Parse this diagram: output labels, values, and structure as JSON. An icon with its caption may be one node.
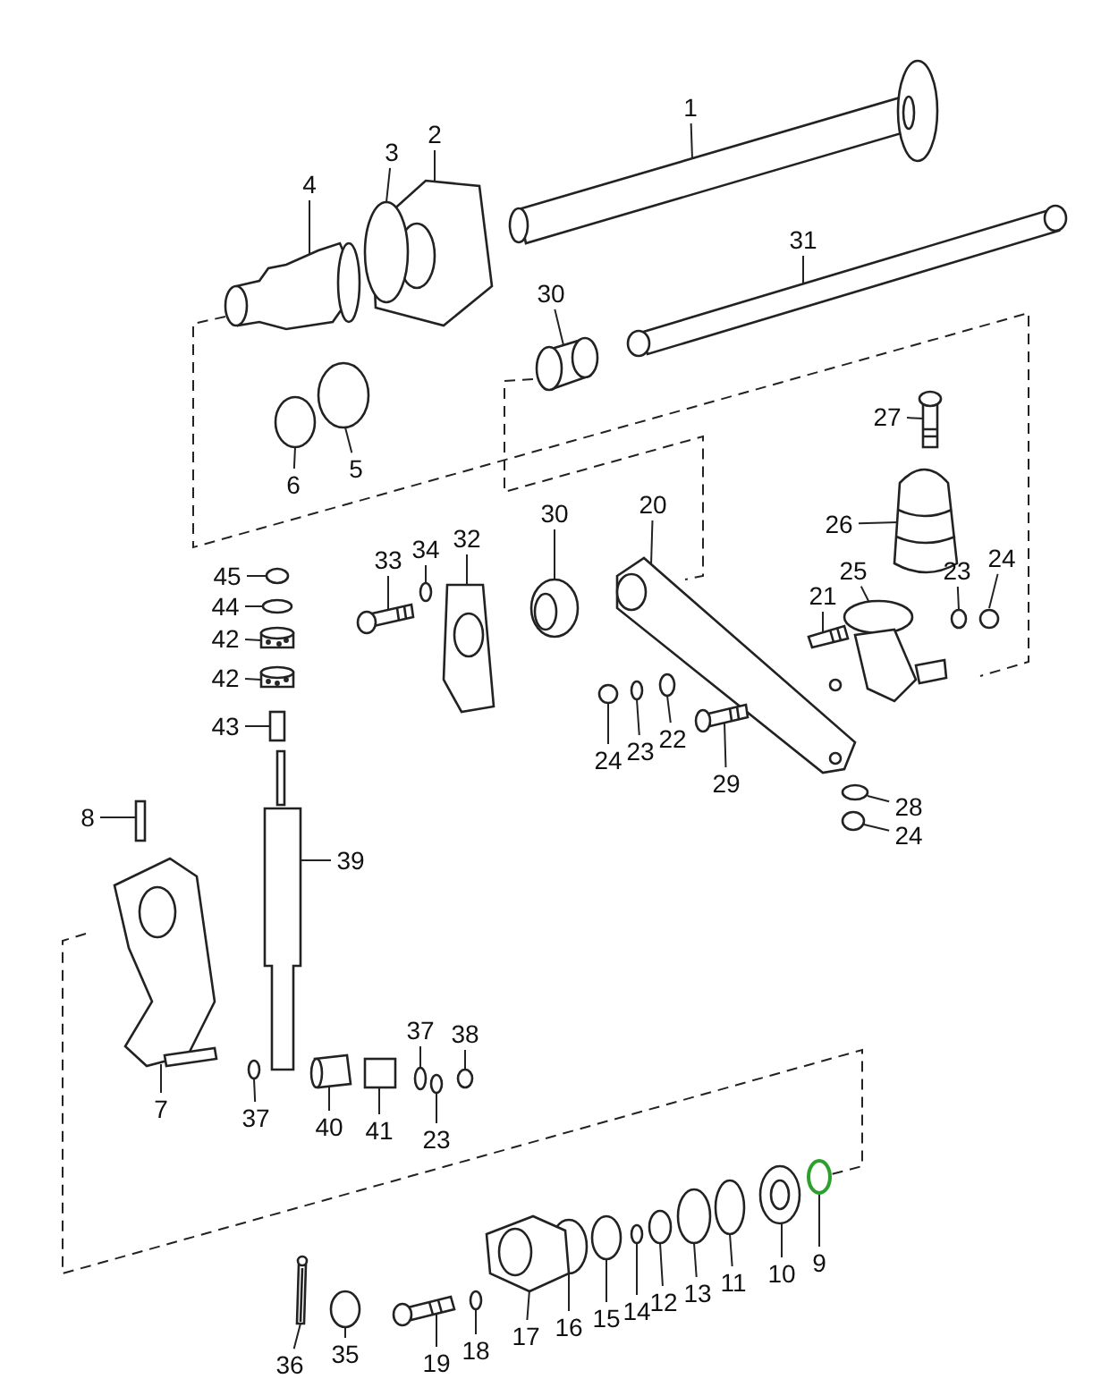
{
  "diagram": {
    "nodes": [
      {
        "text": [
          "1"
        ]
      },
      {
        "text": [
          "2"
        ]
      },
      {
        "text": [
          "3"
        ]
      },
      {
        "text": [
          "4"
        ]
      },
      {
        "text": [
          "31"
        ]
      },
      {
        "text": [
          "30"
        ]
      },
      {
        "text": [
          "27"
        ]
      },
      {
        "text": [
          "5"
        ]
      },
      {
        "text": [
          "6"
        ]
      },
      {
        "text": [
          "20"
        ]
      },
      {
        "text": [
          "30"
        ]
      },
      {
        "text": [
          "26"
        ]
      },
      {
        "text": [
          "32"
        ]
      },
      {
        "text": [
          "34"
        ]
      },
      {
        "text": [
          "24"
        ]
      },
      {
        "text": [
          "33"
        ]
      },
      {
        "text": [
          "25"
        ]
      },
      {
        "text": [
          "23"
        ]
      },
      {
        "text": [
          "45"
        ]
      },
      {
        "text": [
          "21"
        ]
      },
      {
        "text": [
          "44"
        ]
      },
      {
        "text": [
          "42"
        ]
      },
      {
        "text": [
          "42"
        ]
      },
      {
        "text": [
          "43"
        ]
      },
      {
        "text": [
          "22"
        ]
      },
      {
        "text": [
          "23"
        ]
      },
      {
        "text": [
          "24"
        ]
      },
      {
        "text": [
          "29"
        ]
      },
      {
        "text": [
          "28"
        ]
      },
      {
        "text": [
          "24"
        ]
      },
      {
        "text": [
          "8"
        ]
      },
      {
        "text": [
          "39"
        ]
      },
      {
        "text": [
          "37"
        ]
      },
      {
        "text": [
          "38"
        ]
      },
      {
        "text": [
          "7"
        ]
      },
      {
        "text": [
          "37"
        ]
      },
      {
        "text": [
          "40"
        ]
      },
      {
        "text": [
          "41"
        ]
      },
      {
        "text": [
          "23"
        ]
      },
      {
        "text": [
          "9"
        ]
      },
      {
        "text": [
          "10"
        ]
      },
      {
        "text": [
          "11"
        ]
      },
      {
        "text": [
          "13"
        ]
      },
      {
        "text": [
          "12"
        ]
      },
      {
        "text": [
          "14"
        ]
      },
      {
        "text": [
          "15"
        ]
      },
      {
        "text": [
          "16"
        ]
      },
      {
        "text": [
          "17"
        ]
      },
      {
        "text": [
          "18"
        ]
      },
      {
        "text": [
          "19"
        ]
      },
      {
        "text": [
          "35"
        ]
      },
      {
        "text": [
          "36"
        ]
      },
      {
        "text": [],
        "shape": "picture"
      },
      {
        "text": [],
        "shape": "picture"
      },
      {
        "text": [],
        "shape": "circle"
      },
      {
        "text": [],
        "shape": "picture"
      },
      {
        "text": [],
        "shape": "picture"
      },
      {
        "text": [],
        "shape": "picture"
      },
      {
        "text": [],
        "shape": "picture"
      },
      {
        "text": [],
        "shape": "circle"
      },
      {
        "text": [],
        "shape": "circle"
      },
      {
        "text": [],
        "shape": "picture"
      },
      {
        "text": [],
        "shape": "picture"
      },
      {
        "text": [],
        "shape": "picture"
      },
      {
        "text": [],
        "shape": "picture"
      },
      {
        "text": [],
        "shape": "circle"
      },
      {
        "text": [],
        "shape": "circle"
      },
      {
        "text": [],
        "shape": "picture"
      },
      {
        "text": [],
        "shape": "picture"
      },
      {
        "text": [],
        "shape": "circle"
      },
      {
        "text": [],
        "shape": "circle"
      },
      {
        "text": [],
        "shape": "picture"
      },
      {
        "text": [],
        "shape": "circle"
      },
      {
        "text": [],
        "shape": "picture"
      },
      {
        "text": [],
        "shape": "picture"
      },
      {
        "text": [],
        "shape": "box"
      },
      {
        "text": [],
        "shape": "circle"
      },
      {
        "text": [],
        "shape": "circle"
      },
      {
        "text": [],
        "shape": "circle"
      },
      {
        "text": [],
        "shape": "picture"
      },
      {
        "text": [],
        "shape": "circle"
      },
      {
        "text": [],
        "shape": "circle"
      },
      {
        "text": [],
        "shape": "box"
      },
      {
        "text": [],
        "shape": "picture"
      },
      {
        "text": [],
        "shape": "circle"
      },
      {
        "text": [],
        "shape": "circle"
      },
      {
        "text": [],
        "shape": "picture"
      },
      {
        "text": [],
        "shape": "circle"
      },
      {
        "text": [],
        "shape": "picture"
      },
      {
        "text": [],
        "shape": "box"
      },
      {
        "text": [],
        "shape": "circle"
      },
      {
        "text": [],
        "shape": "circle"
      },
      {
        "text": [],
        "shape": "picture"
      },
      {
        "text": [],
        "shape": "circle"
      },
      {
        "text": [],
        "shape": "circle"
      },
      {
        "text": [],
        "shape": "circle"
      },
      {
        "text": [],
        "shape": "circle"
      },
      {
        "text": [],
        "shape": "circle"
      },
      {
        "text": [],
        "shape": "picture"
      },
      {
        "text": [],
        "shape": "picture"
      },
      {
        "text": [],
        "shape": "circle"
      },
      {
        "text": [],
        "shape": "picture"
      },
      {
        "text": [],
        "shape": "circle"
      },
      {
        "text": [],
        "shape": "picture"
      }
    ],
    "edges": [
      {
        "from": 0,
        "to": 52,
        "arrow": "none"
      },
      {
        "from": 1,
        "to": 53,
        "arrow": "none"
      },
      {
        "from": 2,
        "to": 54,
        "arrow": "none"
      },
      {
        "from": 3,
        "to": 55,
        "arrow": "none"
      },
      {
        "from": 4,
        "to": 56,
        "arrow": "none"
      },
      {
        "from": 5,
        "to": 57,
        "arrow": "none"
      },
      {
        "from": 6,
        "to": 58,
        "arrow": "none"
      },
      {
        "from": 7,
        "to": 59,
        "arrow": "none"
      },
      {
        "from": 8,
        "to": 60,
        "arrow": "none"
      },
      {
        "from": 9,
        "to": 61,
        "arrow": "none"
      },
      {
        "from": 10,
        "to": 62,
        "arrow": "none"
      },
      {
        "from": 11,
        "to": 63,
        "arrow": "none"
      },
      {
        "from": 12,
        "to": 64,
        "arrow": "none"
      },
      {
        "from": 13,
        "to": 65,
        "arrow": "none"
      },
      {
        "from": 14,
        "to": 66,
        "arrow": "none"
      },
      {
        "from": 15,
        "to": 67,
        "arrow": "none"
      },
      {
        "from": 16,
        "to": 68,
        "arrow": "none"
      },
      {
        "from": 17,
        "to": 69,
        "arrow": "none"
      },
      {
        "from": 18,
        "to": 70,
        "arrow": "none"
      },
      {
        "from": 19,
        "to": 71,
        "arrow": "none"
      },
      {
        "from": 20,
        "to": 72,
        "arrow": "none"
      },
      {
        "from": 21,
        "to": 73,
        "arrow": "none"
      },
      {
        "from": 22,
        "to": 74,
        "arrow": "none"
      },
      {
        "from": 23,
        "to": 75,
        "arrow": "none"
      },
      {
        "from": 24,
        "to": 76,
        "arrow": "none"
      },
      {
        "from": 25,
        "to": 77,
        "arrow": "none"
      },
      {
        "from": 26,
        "to": 78,
        "arrow": "none"
      },
      {
        "from": 27,
        "to": 79,
        "arrow": "none"
      },
      {
        "from": 28,
        "to": 80,
        "arrow": "none"
      },
      {
        "from": 29,
        "to": 81,
        "arrow": "none"
      },
      {
        "from": 30,
        "to": 82,
        "arrow": "none"
      },
      {
        "from": 31,
        "to": 83,
        "arrow": "none"
      },
      {
        "from": 32,
        "to": 84,
        "arrow": "none"
      },
      {
        "from": 33,
        "to": 85,
        "arrow": "none"
      },
      {
        "from": 34,
        "to": 86,
        "arrow": "none"
      },
      {
        "from": 35,
        "to": 87,
        "arrow": "none"
      },
      {
        "from": 36,
        "to": 88,
        "arrow": "none"
      },
      {
        "from": 37,
        "to": 89,
        "arrow": "none"
      },
      {
        "from": 38,
        "to": 90,
        "arrow": "none"
      },
      {
        "from": 39,
        "to": 91,
        "arrow": "none"
      },
      {
        "from": 40,
        "to": 92,
        "arrow": "none"
      },
      {
        "from": 41,
        "to": 93,
        "arrow": "none"
      },
      {
        "from": 42,
        "to": 94,
        "arrow": "none"
      },
      {
        "from": 43,
        "to": 95,
        "arrow": "none"
      },
      {
        "from": 44,
        "to": 96,
        "arrow": "none"
      },
      {
        "from": 45,
        "to": 97,
        "arrow": "none"
      },
      {
        "from": 46,
        "to": 98,
        "arrow": "none"
      },
      {
        "from": 47,
        "to": 99,
        "arrow": "none"
      },
      {
        "from": 48,
        "to": 100,
        "arrow": "none"
      },
      {
        "from": 49,
        "to": 101,
        "arrow": "none"
      },
      {
        "from": 50,
        "to": 102,
        "arrow": "none"
      },
      {
        "from": 51,
        "to": 103,
        "arrow": "none"
      }
    ]
  }
}
